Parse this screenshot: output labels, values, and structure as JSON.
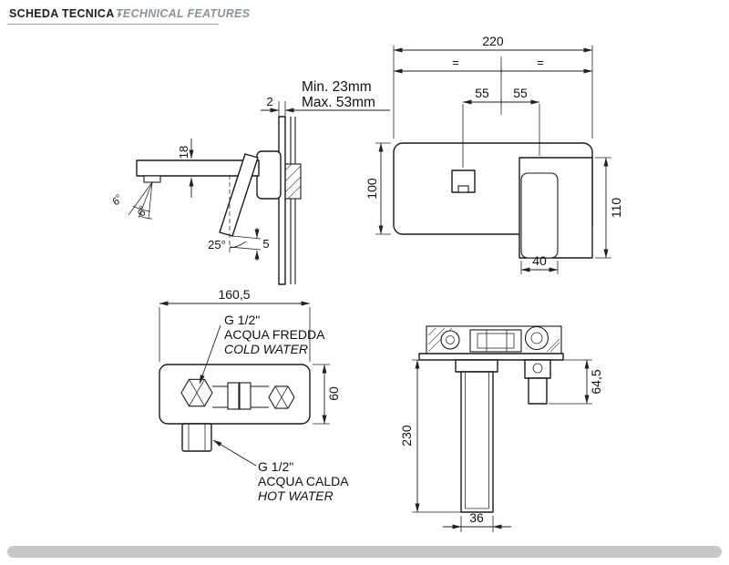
{
  "header": {
    "title_primary": "SCHEDA TECNICA -",
    "title_secondary": "TECHNICAL FEATURES"
  },
  "side_view": {
    "plate_thickness": "2",
    "depth_min": "Min. 23mm",
    "depth_max": "Max. 53mm",
    "spout_height": "18",
    "spray_angle_left": "6°",
    "spray_angle_right": "6°",
    "handle_angle": "25°",
    "handle_travel": "5"
  },
  "front_view": {
    "plate_width": "220",
    "equal_left": "=",
    "equal_right": "=",
    "offset_left": "55",
    "offset_right": "55",
    "plate_height": "100",
    "handle_plate_height": "110",
    "handle_width": "40"
  },
  "plan_view": {
    "body_width": "160,5",
    "body_depth": "60",
    "cold_thread": "G 1/2\"",
    "cold_label_it": "ACQUA FREDDA",
    "cold_label_en": "COLD WATER",
    "hot_thread": "G 1/2\"",
    "hot_label_it": "ACQUA CALDA",
    "hot_label_en": "HOT WATER"
  },
  "top_view": {
    "body_projection": "64,5",
    "spout_projection": "230",
    "spout_width": "36"
  }
}
